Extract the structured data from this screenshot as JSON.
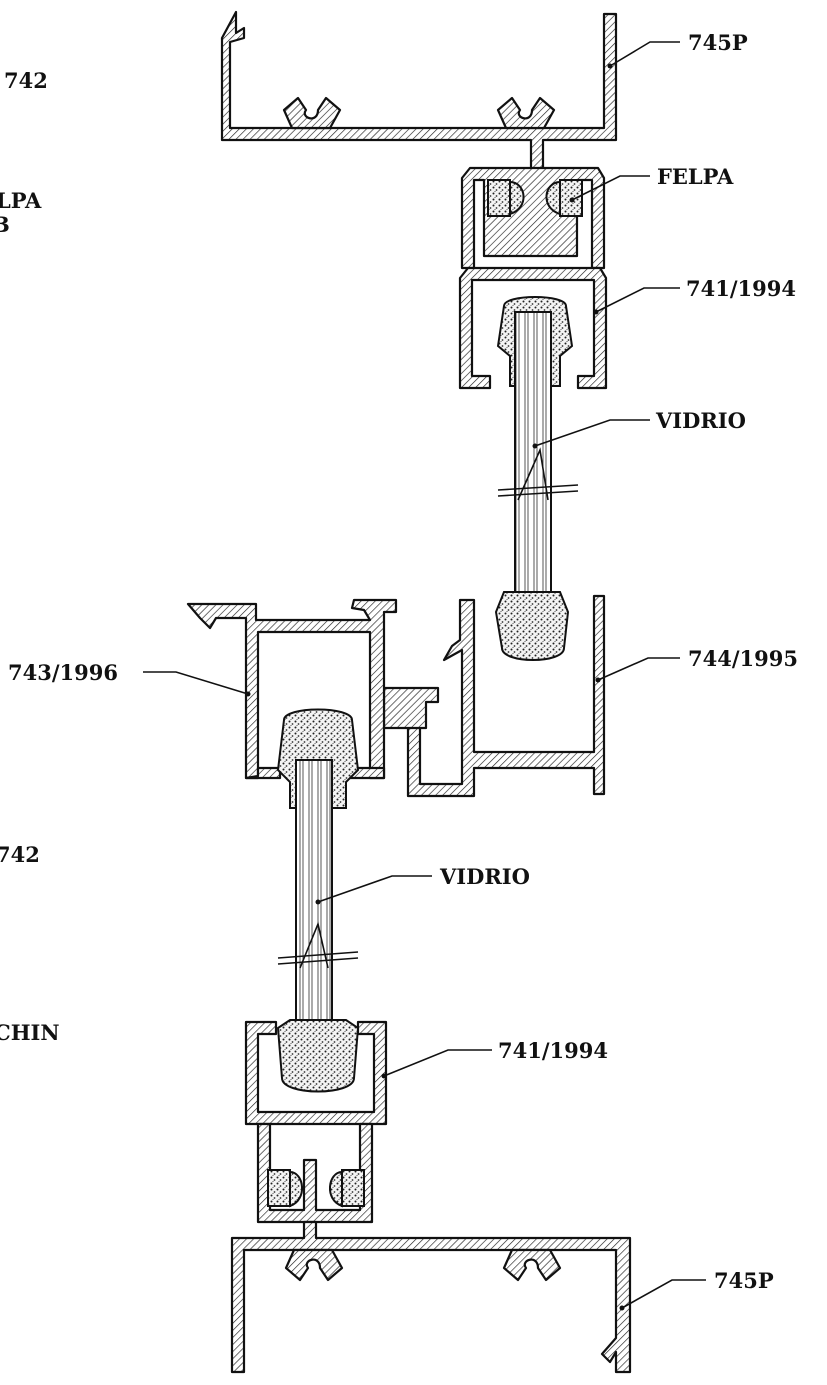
{
  "labels": {
    "top_745p": "745P",
    "felpa": "FELPA",
    "top_741": "741/1994",
    "top_vidrio": "VIDRIO",
    "p744": "744/1995",
    "p743": "743/1996",
    "bottom_vidrio": "VIDRIO",
    "bottom_741": "741/1994",
    "bottom_745p": "745P",
    "left_742_top": "742",
    "left_lpa": "LPA",
    "left_b": "B",
    "left_742_bottom": "742",
    "left_chin": "CHIN"
  }
}
